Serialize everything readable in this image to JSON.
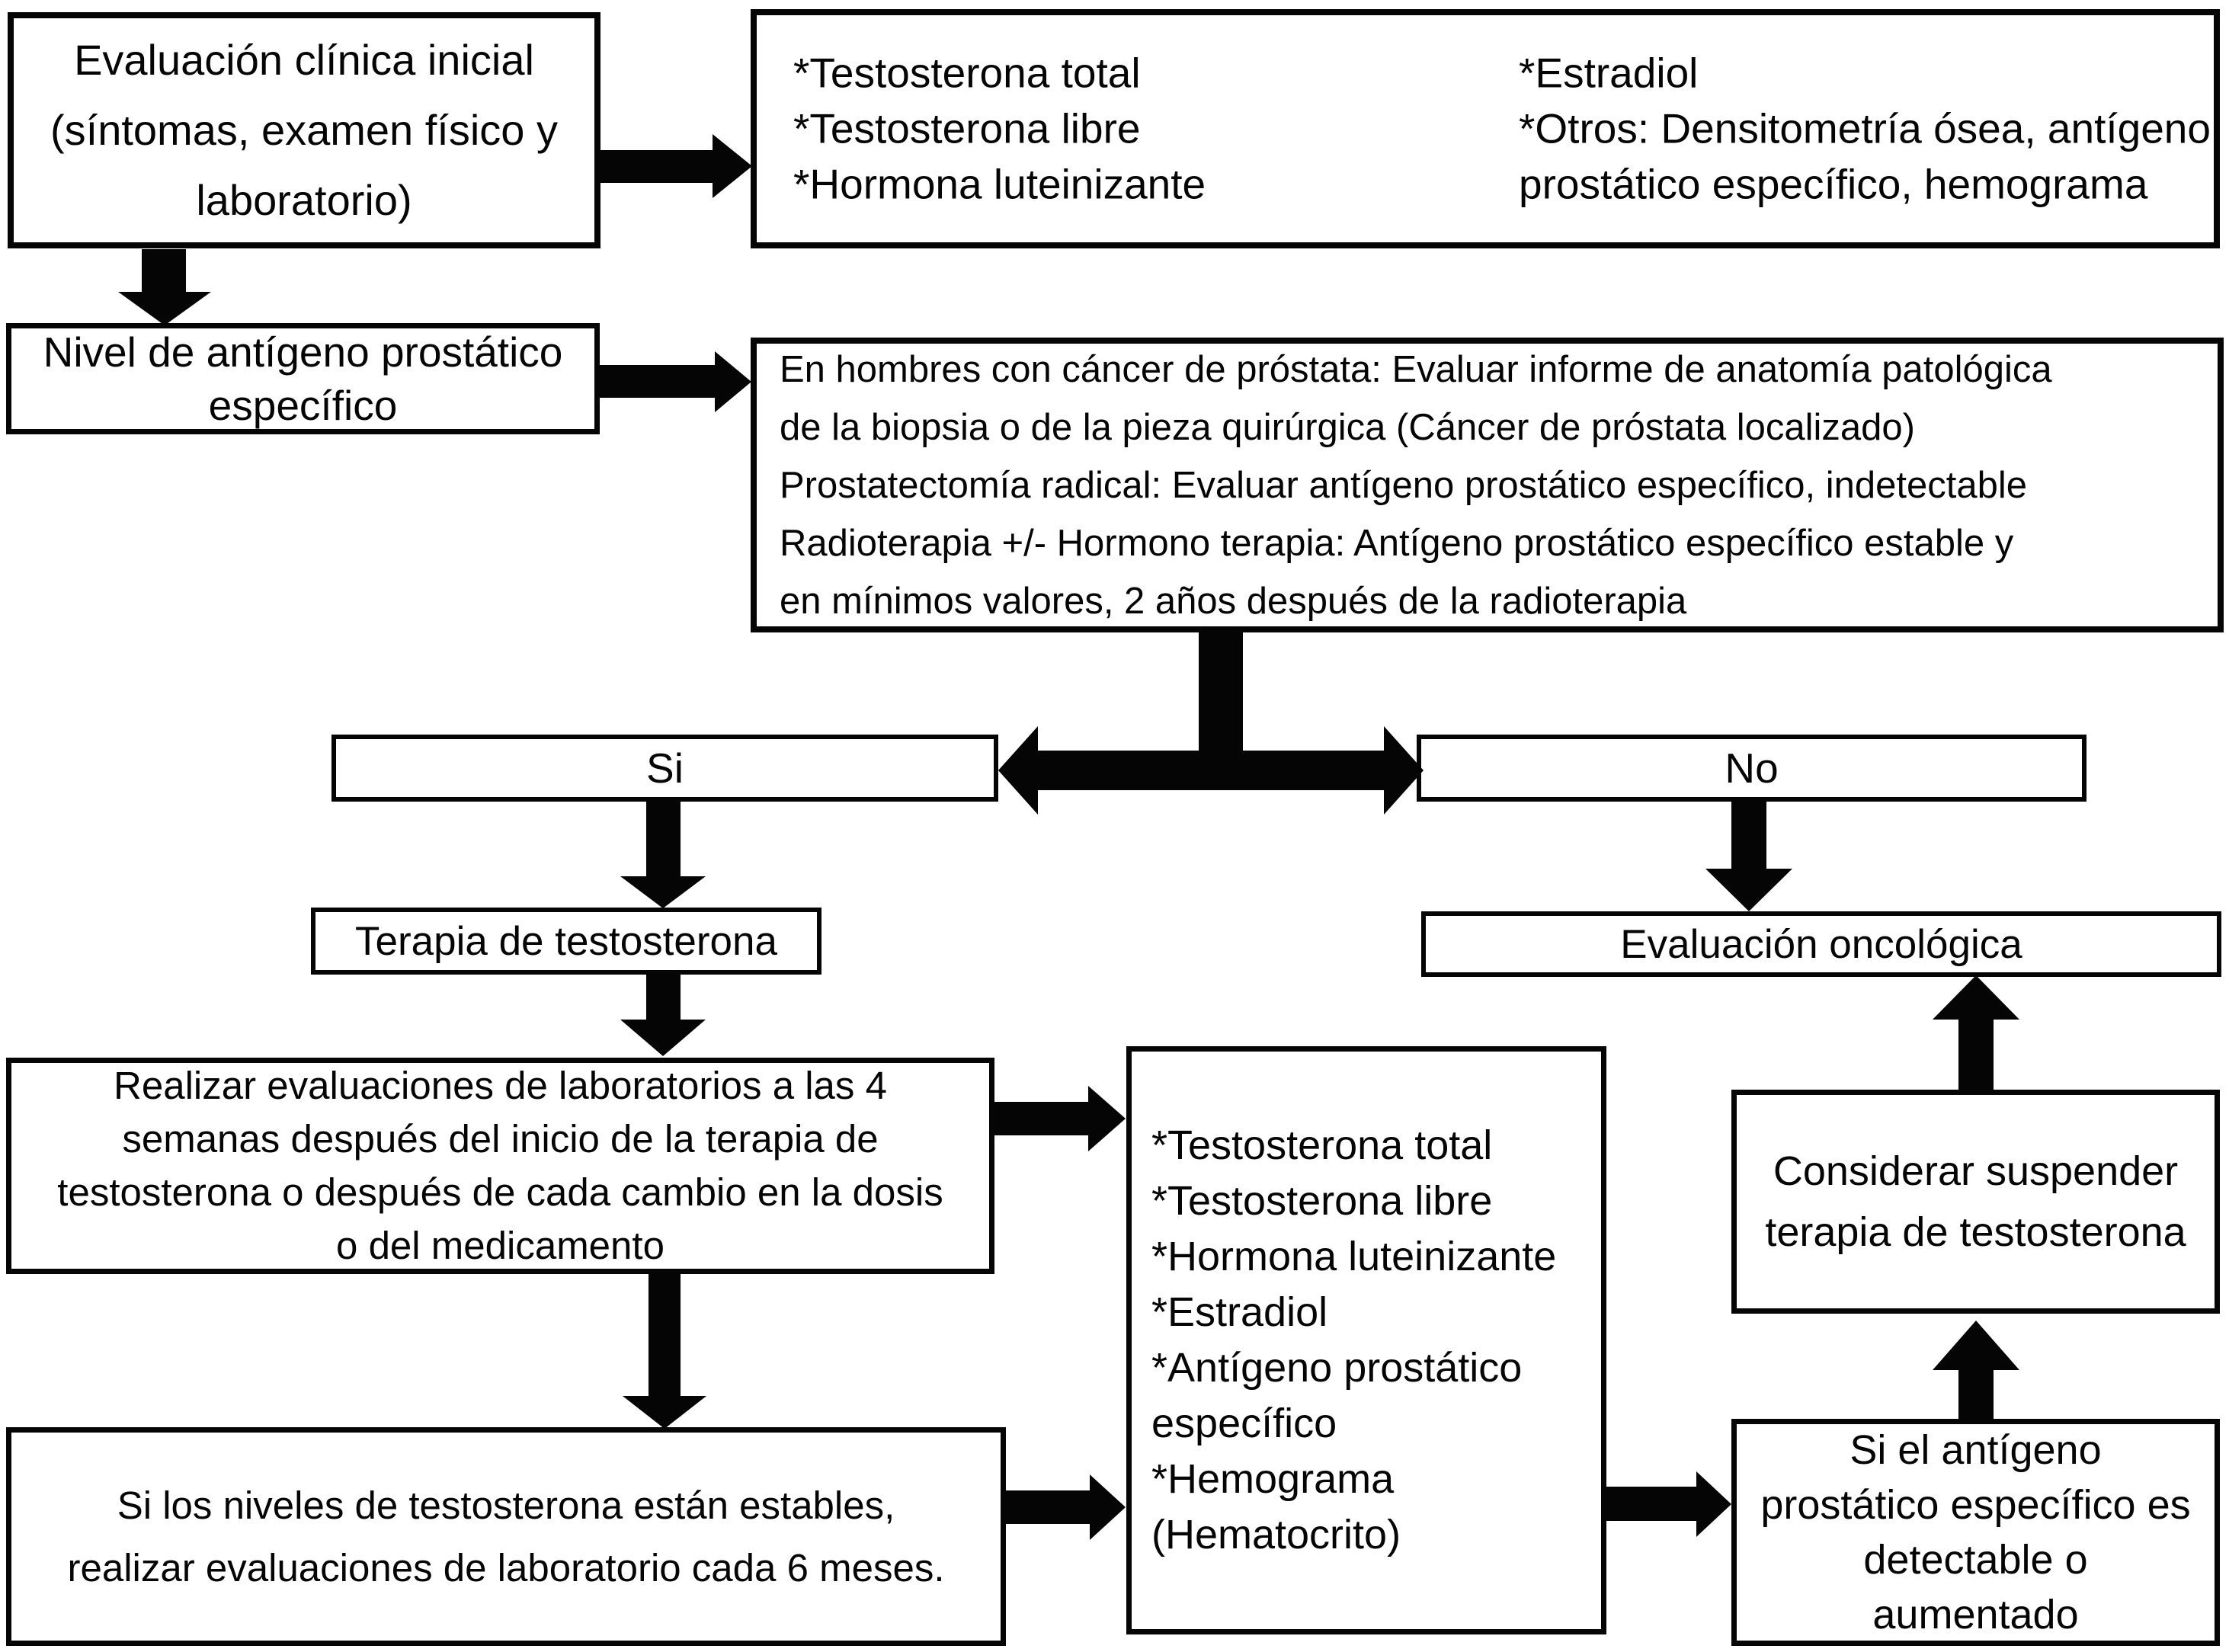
{
  "figure": {
    "type": "flowchart",
    "language": "es",
    "background_color": "#ffffff",
    "ink_color": "#050505"
  },
  "nodes": {
    "initial": {
      "lines": [
        "Evaluación clínica inicial",
        "(síntomas, examen físico y",
        "laboratorio)"
      ]
    },
    "baseline_labs": {
      "left_lines": [
        "*Testosterona total",
        "*Testosterona libre",
        "*Hormona luteinizante"
      ],
      "right_lines": [
        "*Estradiol",
        "*Otros: Densitometría ósea, antígeno",
        "prostático específico, hemograma"
      ]
    },
    "psa_level": {
      "lines": [
        "Nivel de antígeno prostático",
        "específico"
      ]
    },
    "cancer_criteria": {
      "lines": [
        "En hombres con cáncer de próstata: Evaluar informe de anatomía patológica",
        "de la biopsia o de la pieza quirúrgica (Cáncer de próstata localizado)",
        "Prostatectomía radical: Evaluar antígeno prostático específico, indetectable",
        "Radioterapia +/- Hormono terapia: Antígeno prostático específico estable y",
        "en mínimos valores, 2  años después de la radioterapia"
      ]
    },
    "yes": {
      "label": "Si"
    },
    "no": {
      "label": "No"
    },
    "therapy": {
      "label": "Terapia de testosterona"
    },
    "oncologic_eval": {
      "label": "Evaluación oncológica"
    },
    "followup_4weeks": {
      "lines": [
        "Realizar evaluaciones de laboratorios a las 4",
        "semanas después del inicio de la terapia de",
        "testosterona o después de cada cambio en la dosis",
        "o del medicamento"
      ]
    },
    "lab_panel": {
      "lines": [
        "*Testosterona total",
        "*Testosterona libre",
        "*Hormona luteinizante",
        "*Estradiol",
        "*Antígeno prostático",
        "específico",
        "*Hemograma",
        "(Hematocrito)"
      ]
    },
    "consider_suspend": {
      "lines": [
        "Considerar suspender",
        "terapia de testosterona"
      ]
    },
    "stable_levels": {
      "lines": [
        "Si los niveles de testosterona están estables,",
        "realizar evaluaciones de laboratorio cada 6 meses."
      ]
    },
    "psa_detectable": {
      "lines": [
        "Si el antígeno",
        "prostático específico es",
        "detectable o",
        "aumentado"
      ]
    }
  },
  "edges": [
    {
      "from": "initial",
      "to": "baseline_labs",
      "direction": "right"
    },
    {
      "from": "initial",
      "to": "psa_level",
      "direction": "down"
    },
    {
      "from": "psa_level",
      "to": "cancer_criteria",
      "direction": "right"
    },
    {
      "from": "cancer_criteria",
      "to": "yes",
      "direction": "down-left"
    },
    {
      "from": "cancer_criteria",
      "to": "no",
      "direction": "down-right"
    },
    {
      "from": "yes",
      "to": "therapy",
      "direction": "down"
    },
    {
      "from": "no",
      "to": "oncologic_eval",
      "direction": "down"
    },
    {
      "from": "therapy",
      "to": "followup_4weeks",
      "direction": "down"
    },
    {
      "from": "followup_4weeks",
      "to": "lab_panel",
      "direction": "right"
    },
    {
      "from": "followup_4weeks",
      "to": "stable_levels",
      "direction": "down"
    },
    {
      "from": "stable_levels",
      "to": "lab_panel",
      "direction": "right"
    },
    {
      "from": "lab_panel",
      "to": "psa_detectable",
      "direction": "right"
    },
    {
      "from": "psa_detectable",
      "to": "consider_suspend",
      "direction": "up"
    },
    {
      "from": "consider_suspend",
      "to": "oncologic_eval",
      "direction": "up"
    }
  ]
}
